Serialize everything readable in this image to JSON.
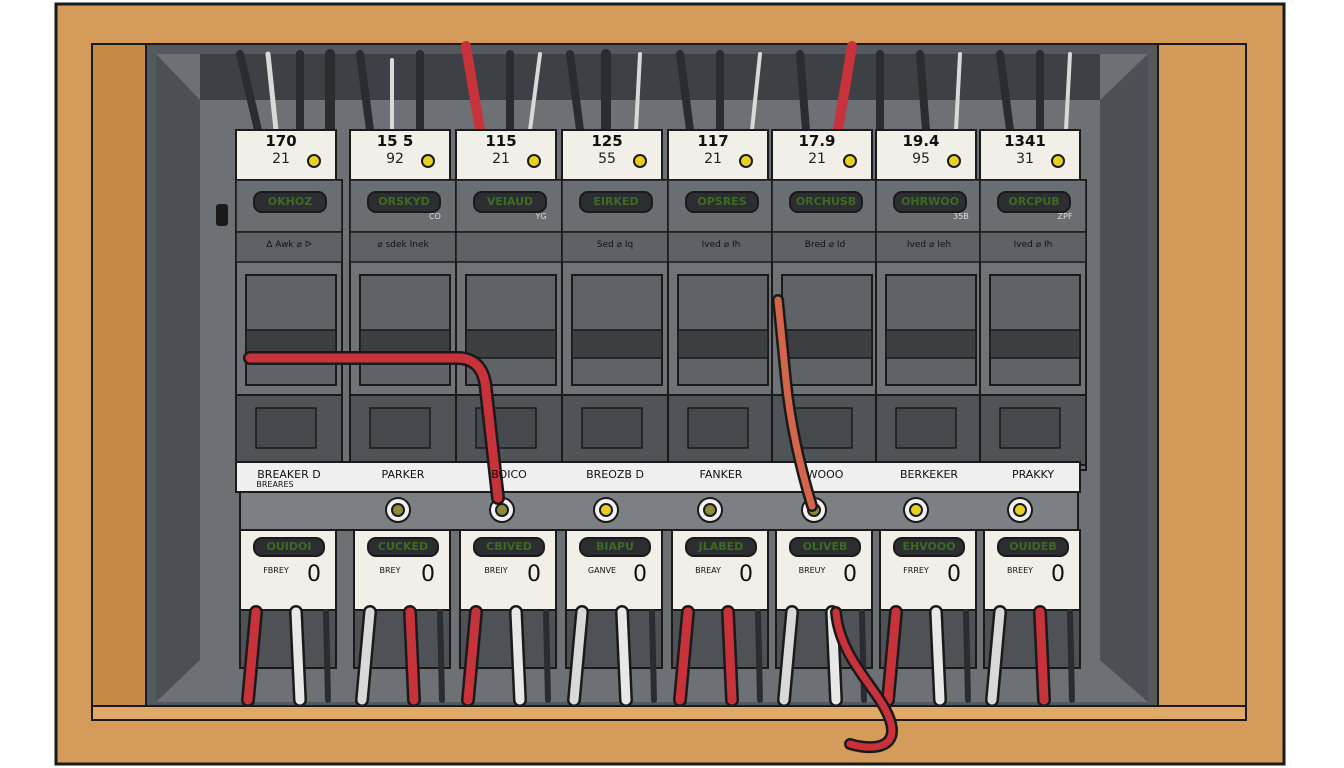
{
  "scene": {
    "description_colors": {
      "frame_wood": "#d29a59",
      "frame_dark": "#8a5a24",
      "panel_grey": "#6f7276",
      "panel_dark": "#3b3d41",
      "wire_red": "#c8323a",
      "wire_white": "#e8e8e8",
      "indicator_yellow": "#e8d020"
    }
  },
  "breakers": [
    {
      "rating_top": "170",
      "rating_bottom": "21",
      "label": "OKHOZ",
      "sub": "",
      "desc": "ᐃ Awk ⌀ ᐅ",
      "strip": "BREAKER D",
      "lower_label": "OUIDOI",
      "lower_text": "FBREY",
      "lower_num": "0"
    },
    {
      "rating_top": "15 5",
      "rating_bottom": "92",
      "label": "ORSKYD",
      "sub": "CO",
      "desc": "⌀ sdek Inek",
      "strip": "PARKER",
      "lower_label": "CUCKED",
      "lower_text": "BREY",
      "lower_num": "0"
    },
    {
      "rating_top": "115",
      "rating_bottom": "21",
      "label": "VEIAUD",
      "sub": "YG",
      "desc": "",
      "strip": "BOICO",
      "lower_label": "CBIVED",
      "lower_text": "BREIY",
      "lower_num": "0"
    },
    {
      "rating_top": "125",
      "rating_bottom": "55",
      "label": "EIRKED",
      "sub": "",
      "desc": "Sed ⌀ Iq",
      "strip": "BREOZB D",
      "lower_label": "BIAPU",
      "lower_text": "GANVE",
      "lower_num": "0"
    },
    {
      "rating_top": "117",
      "rating_bottom": "21",
      "label": "OPSRES",
      "sub": "",
      "desc": "Ived ⌀ Ih",
      "strip": "FANKER",
      "lower_label": "JLABED",
      "lower_text": "BREAY",
      "lower_num": "0"
    },
    {
      "rating_top": "17.9",
      "rating_bottom": "21",
      "label": "ORCHUSB",
      "sub": "",
      "desc": "Bred ⌀ Id",
      "strip": "WOOO",
      "lower_label": "OLIVEB",
      "lower_text": "BREUY",
      "lower_num": "0"
    },
    {
      "rating_top": "19.4",
      "rating_bottom": "95",
      "label": "OHRWOO",
      "sub": "35B",
      "desc": "Ived ⌀ Ieh",
      "strip": "BERKEKER",
      "lower_label": "EHVOOO",
      "lower_text": "FRREY",
      "lower_num": "0"
    },
    {
      "rating_top": "1341",
      "rating_bottom": "31",
      "label": "ORCPUB",
      "sub": "ZPF",
      "desc": "Ived ⌀ Ih",
      "strip": "PRAKKY",
      "lower_label": "OUIDEB",
      "lower_text": "BREEY",
      "lower_num": "0"
    }
  ],
  "strip_extra": "BREARES"
}
